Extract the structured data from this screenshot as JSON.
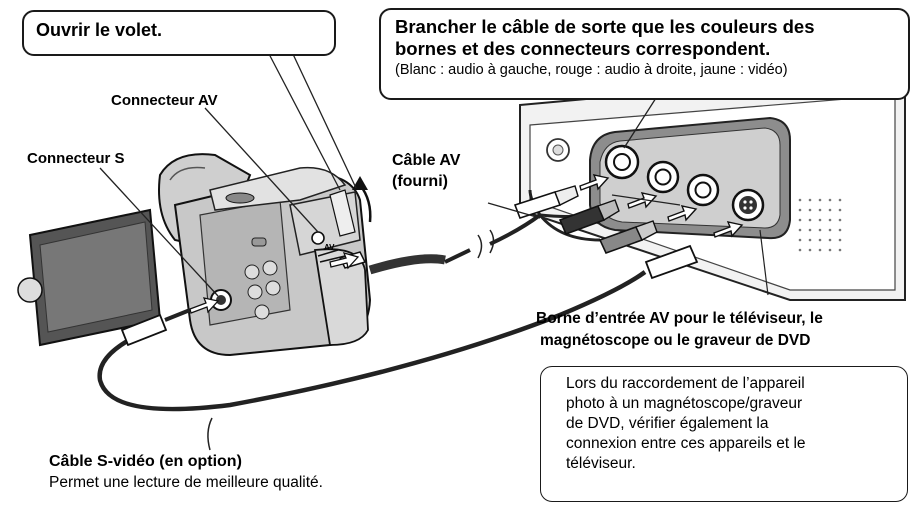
{
  "callouts": {
    "open_panel": "Ouvrir le volet.",
    "connect_title_line1": "Brancher le câble de sorte que les couleurs des",
    "connect_title_line2": "bornes et des connecteurs correspondent.",
    "connect_subtitle": "(Blanc : audio à gauche, rouge : audio à droite, jaune : vidéo)",
    "note_line1": "Lors du raccordement de l’appareil",
    "note_line2": "photo à un magnétoscope/graveur",
    "note_line3": "de DVD, vérifier également la",
    "note_line4": "connexion entre ces appareils et le",
    "note_line5": "téléviseur."
  },
  "labels": {
    "av_connector": "Connecteur AV",
    "s_connector": "Connecteur S",
    "av_cable_line1": "Câble AV",
    "av_cable_line2": "(fourni)",
    "input_terminal_line1": "Borne d’entrée AV pour le téléviseur, le",
    "input_terminal_line2": "magnétoscope ou le graveur de DVD",
    "svideo_cable": "Câble S-vidéo (en option)",
    "svideo_desc": "Permet une lecture de meilleure qualité.",
    "camera_av_mark": "AV"
  }
}
